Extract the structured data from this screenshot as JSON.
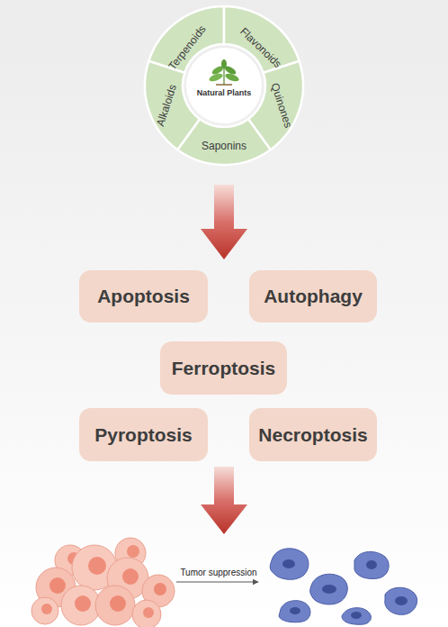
{
  "diagram": {
    "nodes": [
      {
        "text": [
          "Terpenoids"
        ]
      },
      {
        "text": [
          "Flavonoids"
        ]
      },
      {
        "text": [
          "Quinones"
        ]
      },
      {
        "text": [
          "Saponins"
        ]
      },
      {
        "text": [
          "Alkaloids"
        ]
      },
      {
        "text": [
          "Natural Plants"
        ]
      },
      {
        "text": [
          "Apoptosis"
        ]
      },
      {
        "text": [
          "Autophagy"
        ]
      },
      {
        "text": [
          "Ferroptosis"
        ]
      },
      {
        "text": [
          "Pyroptosis"
        ]
      },
      {
        "text": [
          "Necroptosis"
        ]
      }
    ],
    "labels": [
      "Tumor suppression"
    ]
  }
}
